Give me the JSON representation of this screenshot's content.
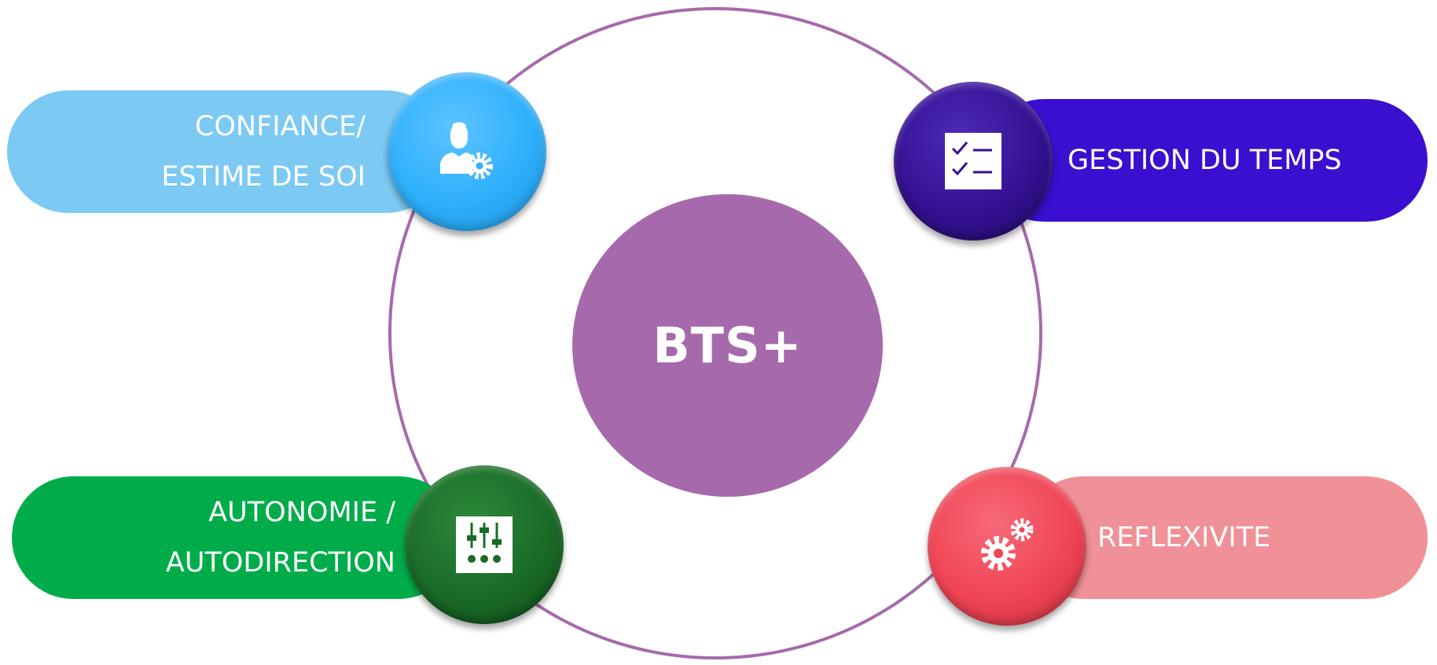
{
  "center": {
    "label": "BTS+",
    "color": "#a66aac"
  },
  "ring": {
    "color": "#a66aac"
  },
  "nodes": [
    {
      "lines": [
        "CONFIANCE/",
        "ESTIME DE SOI"
      ],
      "icon": "person-gear-icon",
      "pill_color": "#7cc9f3",
      "badge_color": "#2eb0fc"
    },
    {
      "lines": [
        "GESTION DU TEMPS"
      ],
      "icon": "checklist-icon",
      "pill_color": "#3a0fd0",
      "badge_color": "#341192"
    },
    {
      "lines": [
        "AUTONOMIE /",
        "AUTODIRECTION"
      ],
      "icon": "sliders-icon",
      "pill_color": "#00ac4a",
      "badge_color": "#1a6b27"
    },
    {
      "lines": [
        "REFLEXIVITE"
      ],
      "icon": "gears-icon",
      "pill_color": "#ef9197",
      "badge_color": "#f04555"
    }
  ]
}
